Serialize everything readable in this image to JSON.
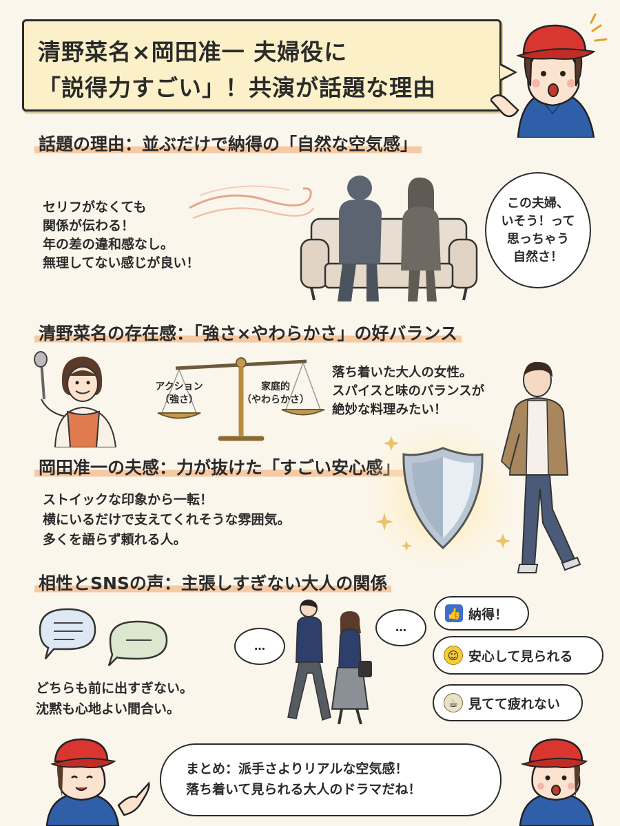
{
  "title": {
    "line1": "清野菜名×岡田准一 夫婦役に",
    "line2": "「説得力すごい」！共演が話題な理由"
  },
  "section1": {
    "heading": "話題の理由：並ぶだけで納得の「自然な空気感」",
    "lines": [
      "セリフがなくても",
      "関係が伝わる！",
      "年の差の違和感なし。",
      "無理してない感じが良い！"
    ],
    "bubble_lines": [
      "この夫婦、",
      "いそう！って",
      "思っちゃう",
      "自然さ！"
    ]
  },
  "section2": {
    "heading": "清野菜名の存在感：「強さ×やわらかさ」の好バランス",
    "scale_left": [
      "アクション",
      "（強さ）"
    ],
    "scale_right": [
      "家庭的",
      "（やわらかさ）"
    ],
    "lines": [
      "落ち着いた大人の女性。",
      "スパイスと味のバランスが",
      "絶妙な料理みたい！"
    ]
  },
  "section3": {
    "heading": "岡田准一の夫感：力が抜けた「すごい安心感」",
    "lines": [
      "ストイックな印象から一転！",
      "横にいるだけで支えてくれそうな雰囲気。",
      "多くを語らず頼れる人。"
    ]
  },
  "section4": {
    "heading": "相性とSNSの声：主張しすぎない大人の関係",
    "lines": [
      "どちらも前に出すぎない。",
      "沈黙も心地よい間合い。"
    ],
    "reactions": [
      "納得！",
      "安心して見られる",
      "見てて疲れない"
    ],
    "dots": "…"
  },
  "summary": {
    "lines": [
      "まとめ：派手さよりリアルな空気感！",
      "落ち着いて見られる大人のドラマだね！"
    ]
  },
  "colors": {
    "heading_highlight": "#f5c9a3",
    "title_bg": "#fbf0c8",
    "cap_red": "#d8362f",
    "hoodie_blue": "#2f5fa8",
    "page_bg": "#fbf6ec"
  },
  "icons": [
    "thumbs-up-icon",
    "smile-icon",
    "tea-cup-icon",
    "shield-icon",
    "balance-scale-icon",
    "ladle-icon"
  ]
}
